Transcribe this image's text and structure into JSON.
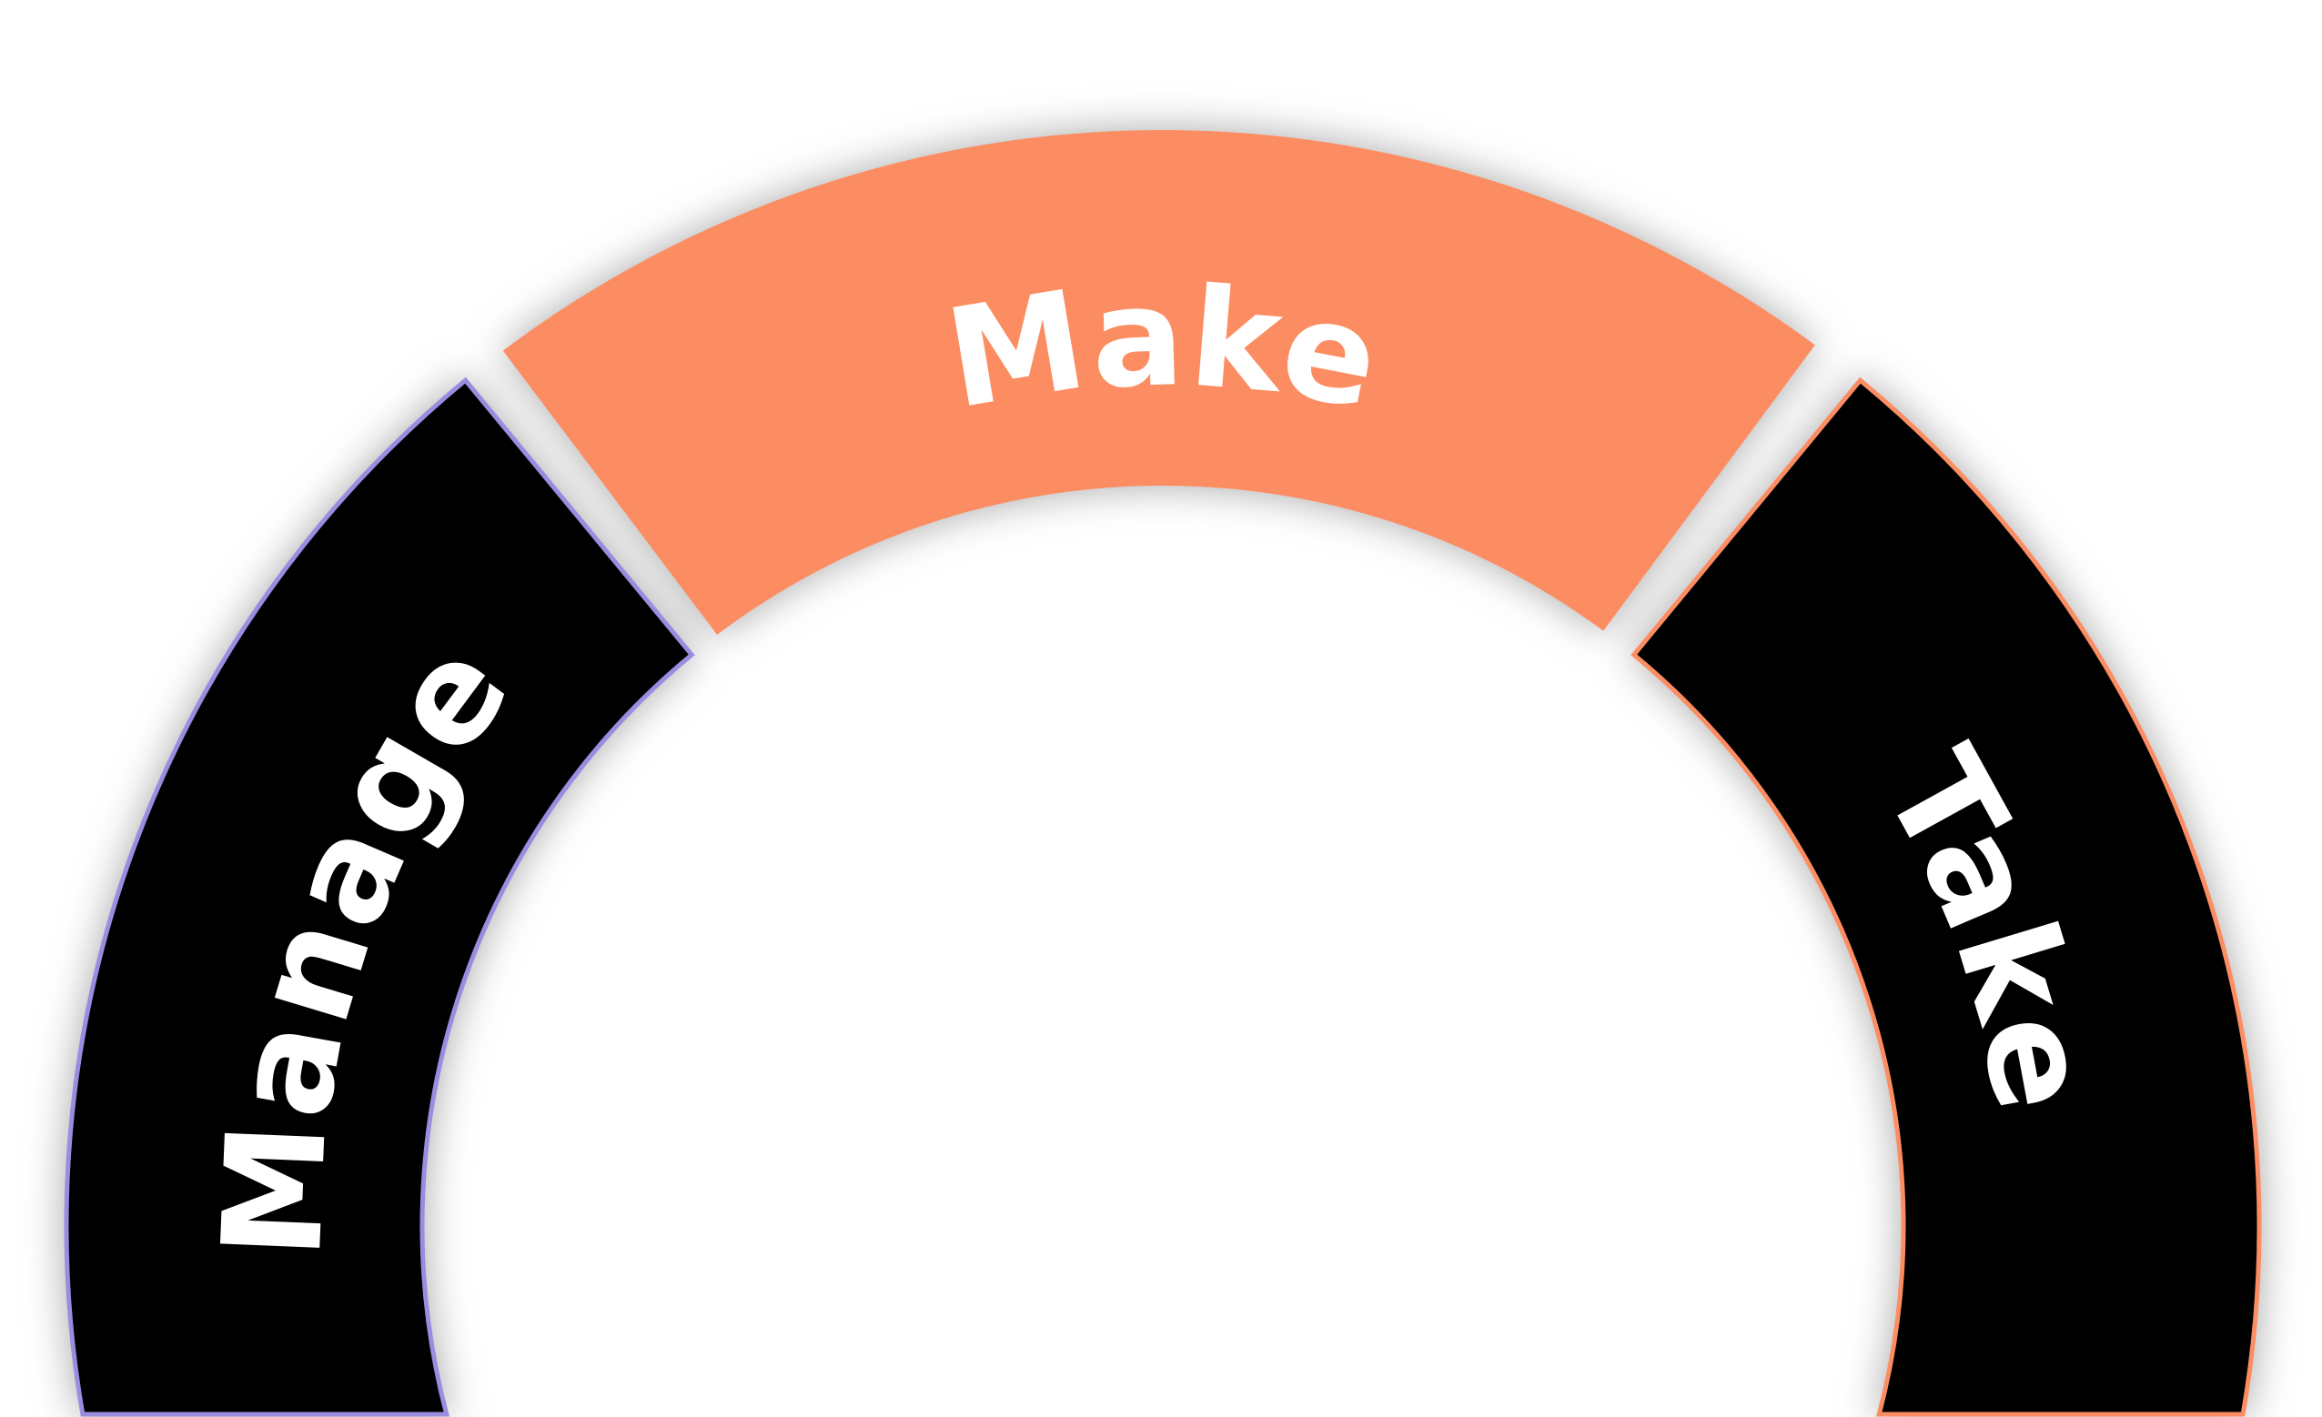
{
  "diagram": {
    "segments": [
      {
        "label": "Manage",
        "fill": "#000000",
        "border": "#9b8ce0"
      },
      {
        "label": "Make",
        "fill": "#fc8d62",
        "border": "#fc8d62"
      },
      {
        "label": "Take",
        "fill": "#000000",
        "border": "#fc8d62"
      }
    ],
    "shadow_color": "#9a9a9a"
  }
}
